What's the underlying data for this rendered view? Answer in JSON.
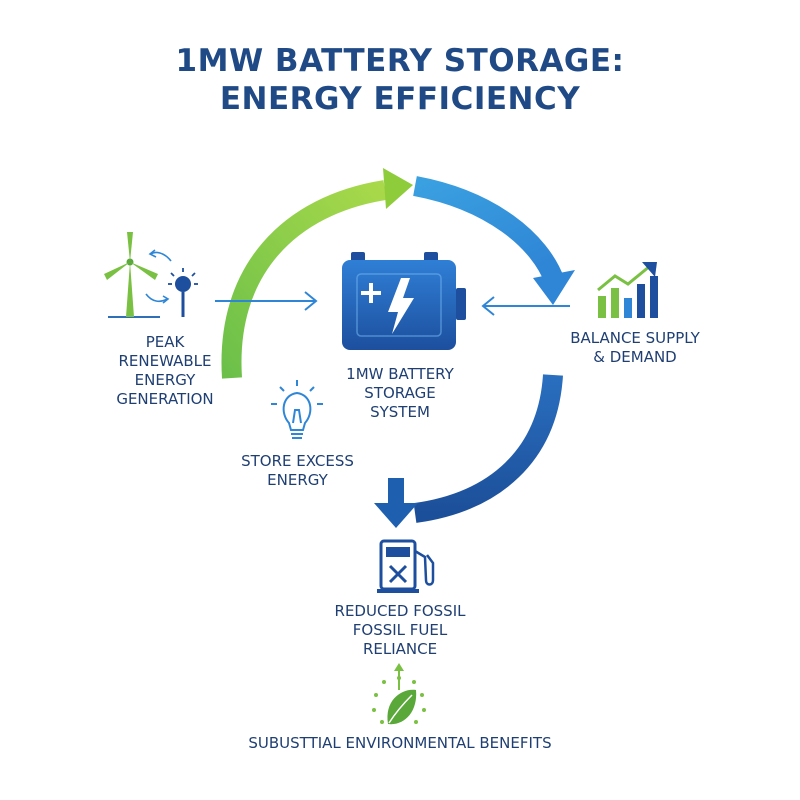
{
  "title": {
    "line1": "1MW BATTERY STORAGE:",
    "line2": "ENERGY EFFICIENCY"
  },
  "nodes": {
    "renewable": {
      "line1": "PEAK",
      "line2": "RENEWABLE",
      "line3": "ENERGY",
      "line4": "GENERATION",
      "icon": "wind-solar-icon"
    },
    "battery": {
      "line1": "1MW BATTERY",
      "line2": "STORAGE",
      "line3": "SYSTEM",
      "icon": "battery-icon"
    },
    "balance": {
      "line1": "BALANCE SUPPLY",
      "line2": "& DEMAND",
      "icon": "growth-chart-icon"
    },
    "store": {
      "line1": "STORE EXCESS",
      "line2": "ENERGY",
      "icon": "lightbulb-icon"
    },
    "fossil": {
      "line1": "REDUCED FOSSIL",
      "line2": "FOSSIL FUEL",
      "line3": "RELIANCE",
      "icon": "fuel-pump-icon"
    },
    "environment": {
      "line1": "SUBUSTTIAL ENVIRONMENTAL BENEFITS",
      "icon": "leaf-icon"
    }
  },
  "colors": {
    "title": "#1f4a85",
    "green": "#7ac143",
    "blue": "#2f86d6",
    "navy": "#1c4f99"
  }
}
